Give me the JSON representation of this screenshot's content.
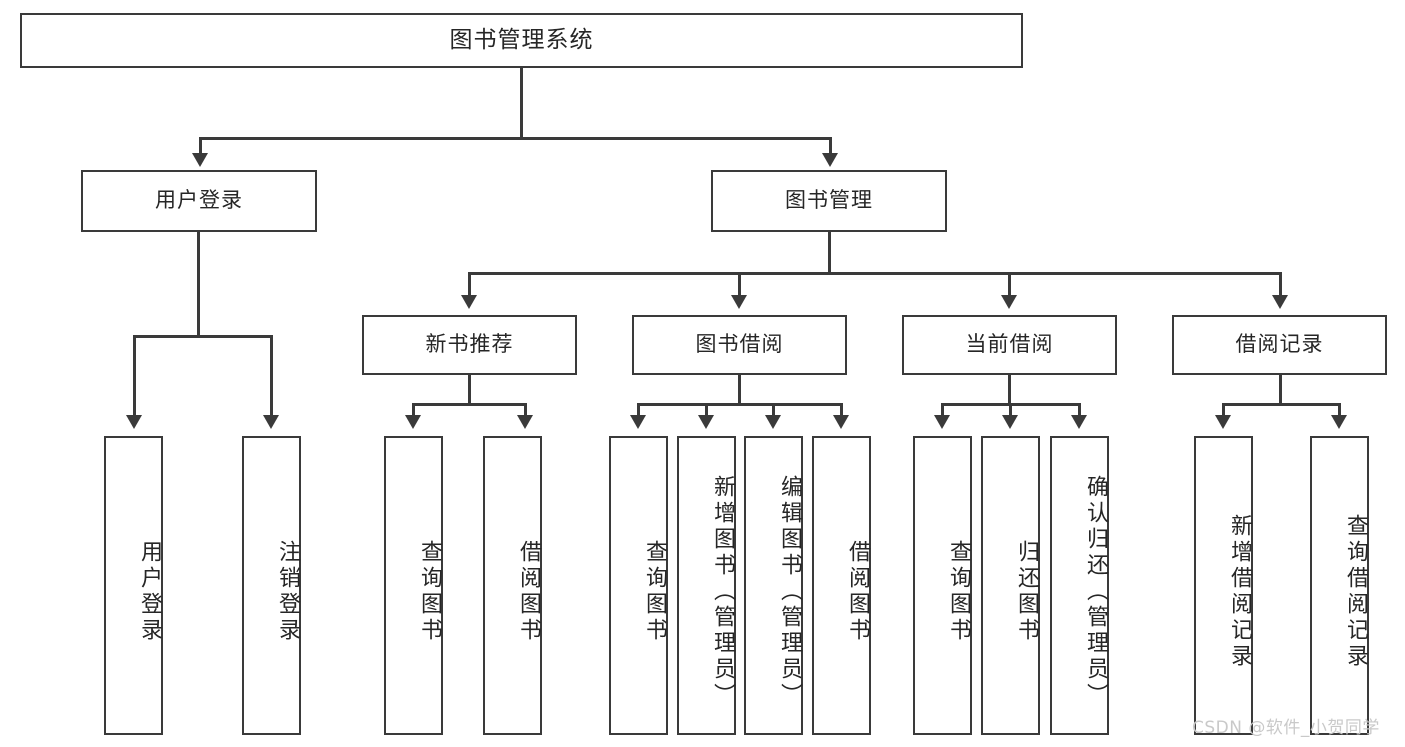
{
  "diagram": {
    "title": "图书管理系统",
    "type": "hierarchy-tree",
    "levels": 4,
    "colors": {
      "box_border": "#3a3a3a",
      "box_fill": "#ffffff",
      "connector": "#3a3a3a",
      "text": "#262626",
      "watermark": "#c9c9c9",
      "background": "#ffffff"
    }
  },
  "root": {
    "label": "图书管理系统"
  },
  "level2": [
    {
      "label": "用户登录"
    },
    {
      "label": "图书管理"
    }
  ],
  "level3": [
    {
      "label": "新书推荐"
    },
    {
      "label": "图书借阅"
    },
    {
      "label": "当前借阅"
    },
    {
      "label": "借阅记录"
    }
  ],
  "leaves": {
    "user_login": [
      {
        "label": "用户登录"
      },
      {
        "label": "注销登录"
      }
    ],
    "new_book_recommend": [
      {
        "label": "查询图书"
      },
      {
        "label": "借阅图书"
      }
    ],
    "book_borrow": [
      {
        "label": "查询图书"
      },
      {
        "label": "新增图书（管理员）"
      },
      {
        "label": "编辑图书（管理员）"
      },
      {
        "label": "借阅图书"
      }
    ],
    "current_borrow": [
      {
        "label": "查询图书"
      },
      {
        "label": "归还图书"
      },
      {
        "label": "确认归还（管理员）"
      }
    ],
    "borrow_record": [
      {
        "label": "新增借阅记录"
      },
      {
        "label": "查询借阅记录"
      }
    ]
  },
  "watermark": {
    "text": "CSDN @软件_小贺同学"
  }
}
